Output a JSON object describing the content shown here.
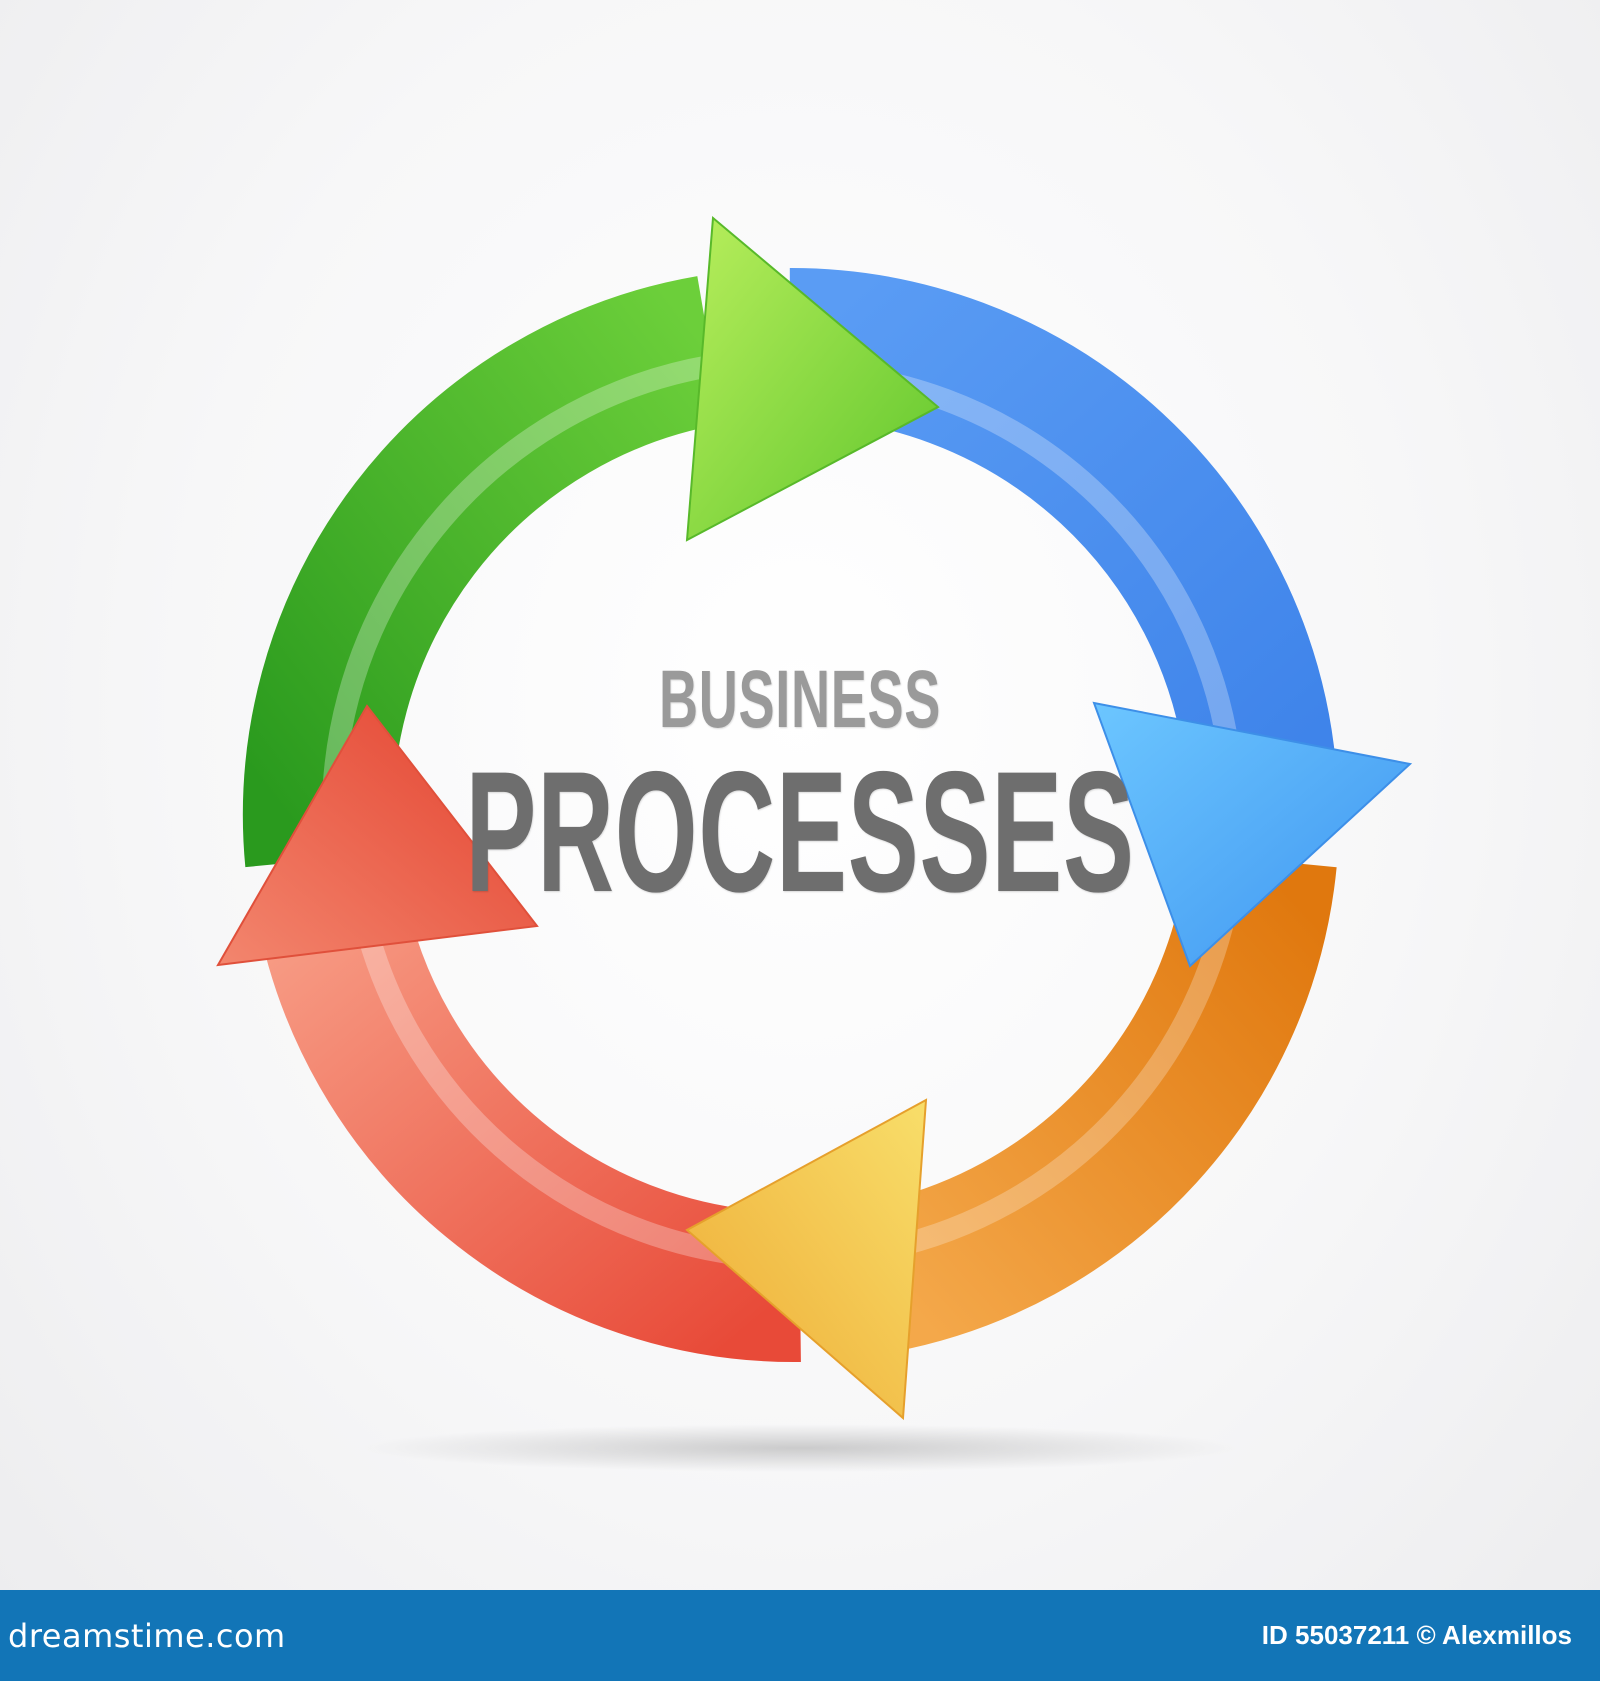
{
  "title": {
    "line1": "BUSINESS",
    "line2": "PROCESSES"
  },
  "cycle": {
    "segments": [
      {
        "name": "green",
        "color": "#5fc02f",
        "arrow_color": "#9fe04d"
      },
      {
        "name": "blue",
        "color": "#4a8ff0",
        "arrow_color": "#5ab6fc"
      },
      {
        "name": "orange",
        "color": "#ec8b1f",
        "arrow_color": "#f3c14a"
      },
      {
        "name": "red",
        "color": "#ed6a55",
        "arrow_color": "#f08870"
      }
    ]
  },
  "watermark": {
    "brand": "dreamstime.com",
    "image_id": "ID 55037211",
    "copyright": "©",
    "author": "Alexmillos",
    "bar_color": "#1275b7"
  }
}
